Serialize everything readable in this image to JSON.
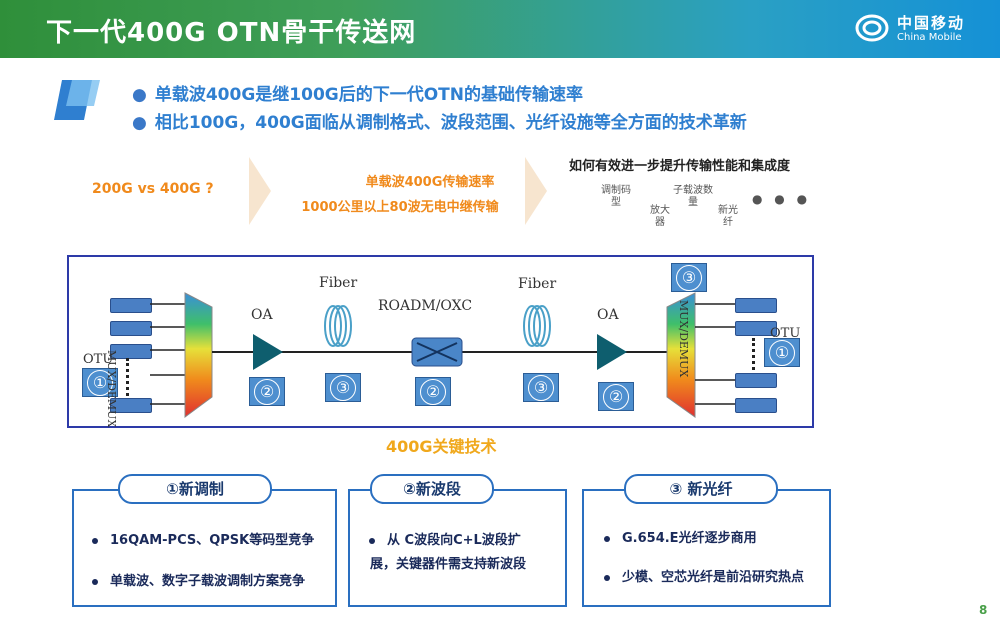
{
  "header": {
    "title": "下一代400G OTN骨干传送网",
    "logo_cn": "中国移动",
    "logo_en": "China Mobile"
  },
  "bullets": [
    "单载波400G是继100G后的下一代OTN的基础传输速率",
    "相比100G，400G面临从调制格式、波段范围、光纤设施等全方面的技术革新"
  ],
  "flow": {
    "step1": "200G vs 400G ?",
    "step2_line1": "单载波400G传输速率",
    "step2_line2": "1000公里以上80波无电中继传输",
    "step3_title": "如何有效进一步提升传输性能和集成度",
    "step3_items": [
      "调制码\n型",
      "放大\n器",
      "子载波数\n量",
      "新光\n纤"
    ],
    "ellipsis": "● ● ●"
  },
  "diagram": {
    "otu_left": "OTU",
    "otu_right": "OTU",
    "mux_left": "MUX/DEMUX",
    "mux_right": "MUX/DEMUX",
    "oa": "OA",
    "fiber": "Fiber",
    "roadm": "ROADM/OXC",
    "num1": "①",
    "num2": "②",
    "num3": "③"
  },
  "section_title": "400G关键技术",
  "cards": [
    {
      "title": "①新调制",
      "lines": [
        "16QAM-PCS、QPSK等码型竞争",
        "单载波、数字子载波调制方案竞争"
      ]
    },
    {
      "title": "②新波段",
      "lines": [
        "从 C波段向C+L波段扩",
        "展，关键器件需支持新波段"
      ]
    },
    {
      "title": "③ 新光纤",
      "lines": [
        "G.654.E光纤逐步商用",
        "少模、空芯光纤是前沿研究热点"
      ]
    }
  ],
  "page_number": "8",
  "colors": {
    "accent_blue": "#2a6fc0",
    "orange": "#f08a1c",
    "header_green": "#2f8f3a",
    "header_blue": "#1591d6"
  }
}
